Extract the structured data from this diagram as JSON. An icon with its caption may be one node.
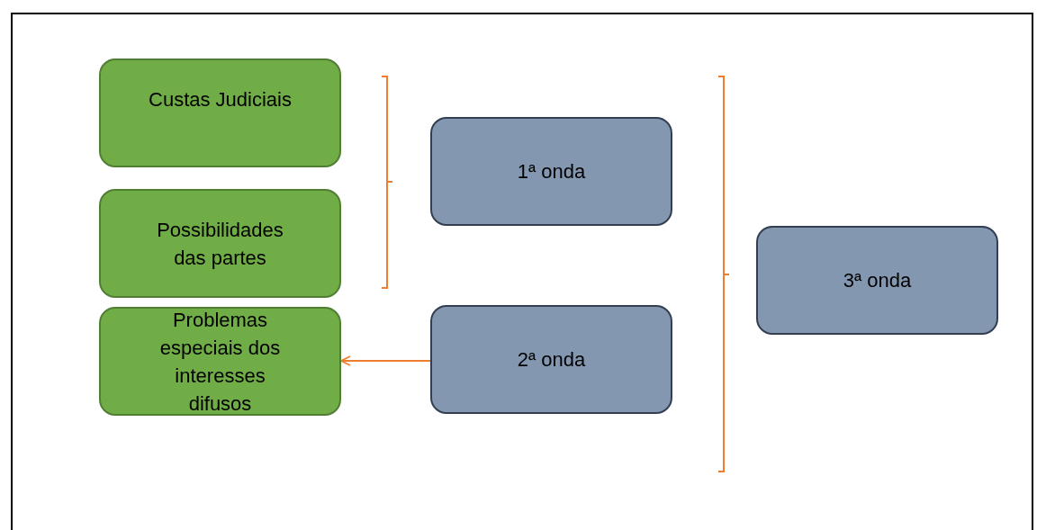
{
  "diagram": {
    "nodes": [
      {
        "text": [
          "Custas Judiciais"
        ]
      },
      {
        "text": [
          "Possibilidades das partes"
        ]
      },
      {
        "text": [
          "Problemas especiais dos interesses difusos"
        ]
      },
      {
        "text": [
          "1ª onda"
        ]
      },
      {
        "text": [
          "2ª onda"
        ]
      },
      {
        "text": [
          "3ª onda"
        ]
      }
    ],
    "edges": [
      {
        "from": 4,
        "to": 2,
        "arrow": "to"
      }
    ]
  }
}
